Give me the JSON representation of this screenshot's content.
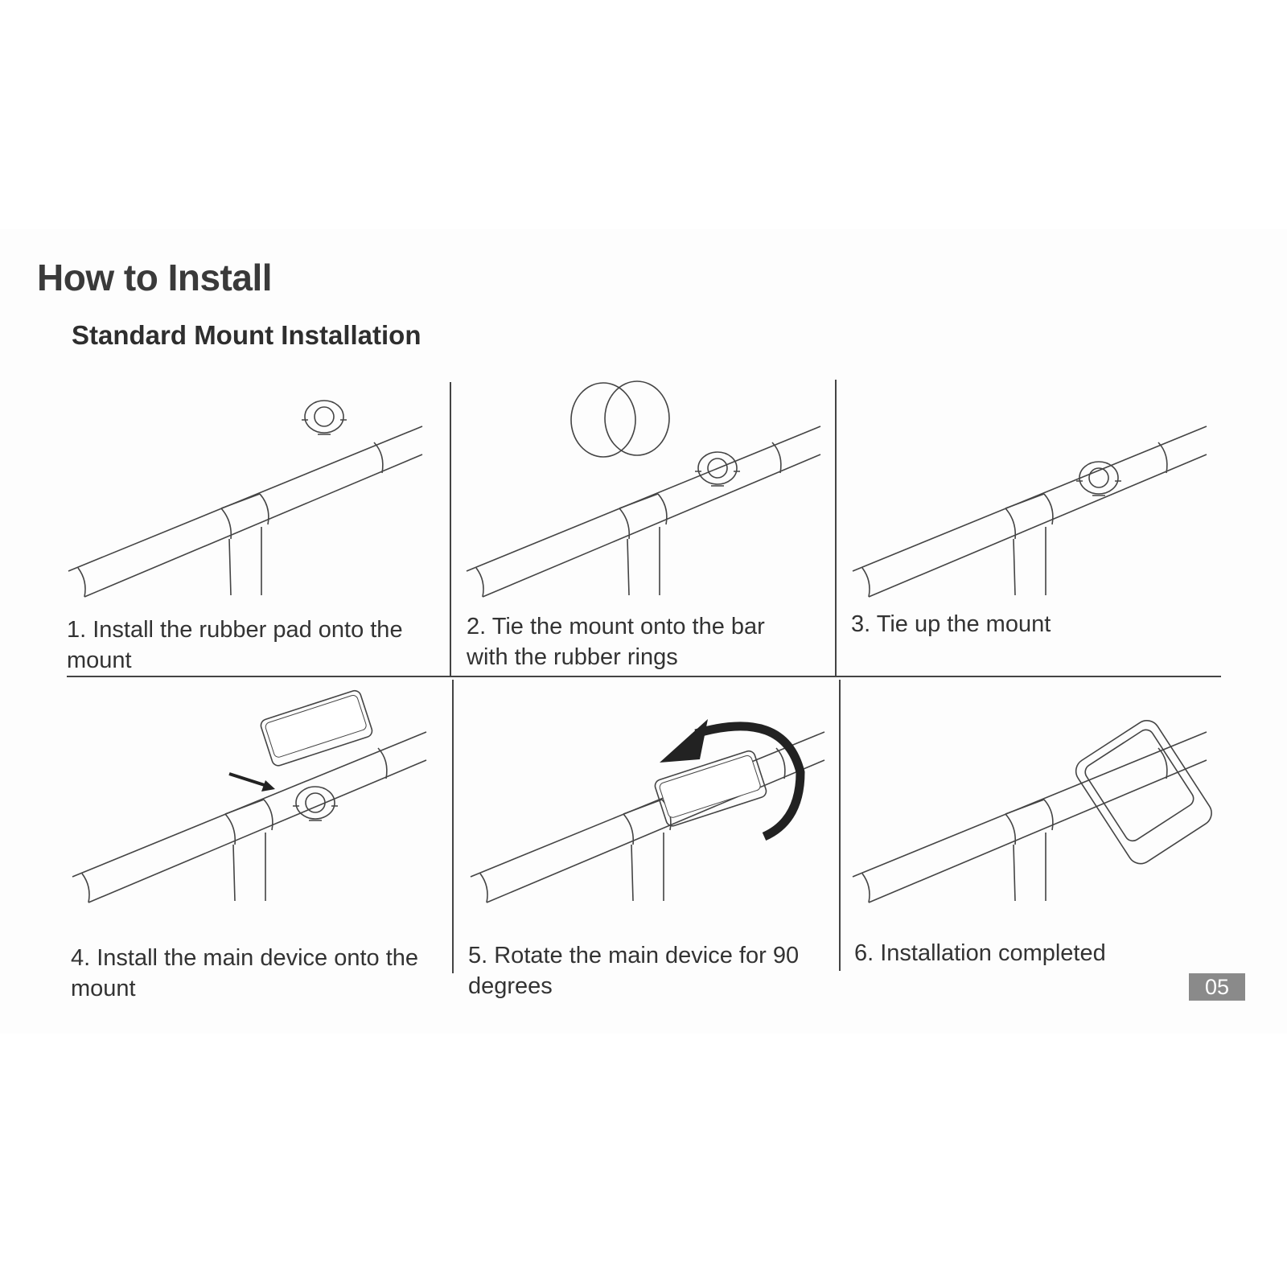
{
  "title": "How to Install",
  "subtitle": "Standard Mount Installation",
  "steps": [
    {
      "caption": "1. Install the rubber pad onto the mount"
    },
    {
      "caption": "2. Tie the mount onto the bar with the rubber rings"
    },
    {
      "caption": "3. Tie up the mount"
    },
    {
      "caption": "4. Install the main device onto the mount"
    },
    {
      "caption": "5. Rotate the main device for 90 degrees"
    },
    {
      "caption": "6. Installation completed"
    }
  ],
  "page_number": "05"
}
